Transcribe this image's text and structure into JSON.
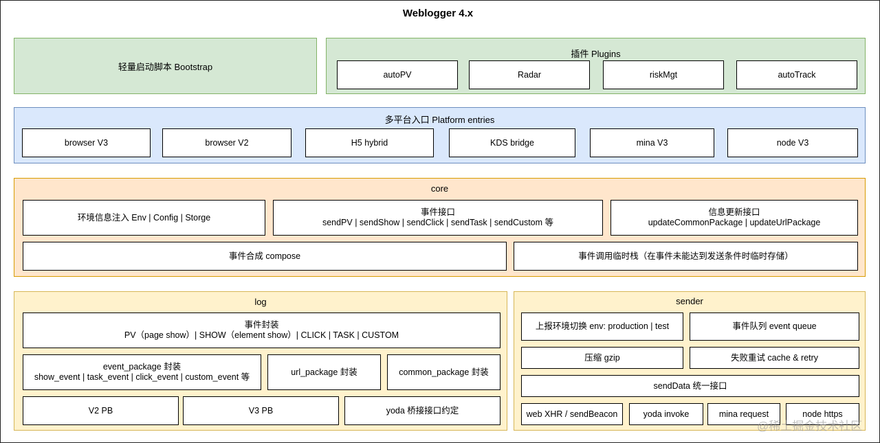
{
  "title": "Weblogger 4.x",
  "bootstrap": {
    "label": "轻量启动脚本 Bootstrap"
  },
  "plugins": {
    "title": "插件 Plugins",
    "items": [
      "autoPV",
      "Radar",
      "riskMgt",
      "autoTrack"
    ]
  },
  "platform": {
    "title": "多平台入口 Platform entries",
    "items": [
      "browser V3",
      "browser V2",
      "H5 hybrid",
      "KDS bridge",
      "mina V3",
      "node V3"
    ]
  },
  "core": {
    "title": "core",
    "env": "环境信息注入 Env | Config | Storge",
    "event_api": {
      "line1": "事件接口",
      "line2": "sendPV | sendShow | sendClick | sendTask | sendCustom 等"
    },
    "update_api": {
      "line1": "信息更新接口",
      "line2": "updateCommonPackage | updateUrlPackage"
    },
    "compose": "事件合成 compose",
    "stack": "事件调用临时栈（在事件未能达到发送条件时临时存储）"
  },
  "log": {
    "title": "log",
    "wrap": {
      "line1": "事件封装",
      "line2": "PV（page show）| SHOW（element show）| CLICK | TASK | CUSTOM"
    },
    "event_package": {
      "line1": "event_package 封装",
      "line2": "show_event | task_event | click_event | custom_event 等"
    },
    "url_package": "url_package 封装",
    "common_package": "common_package 封装",
    "v2pb": "V2 PB",
    "v3pb": "V3 PB",
    "yoda": "yoda 桥接接口约定"
  },
  "sender": {
    "title": "sender",
    "env_switch": "上报环境切换 env: production | test",
    "queue": "事件队列 event queue",
    "gzip": "压缩 gzip",
    "retry": "失败重试 cache & retry",
    "send_data": "sendData 统一接口",
    "transports": [
      "web XHR / sendBeacon",
      "yoda invoke",
      "mina request",
      "node https"
    ]
  },
  "watermark": "@稀土掘金技术社区"
}
